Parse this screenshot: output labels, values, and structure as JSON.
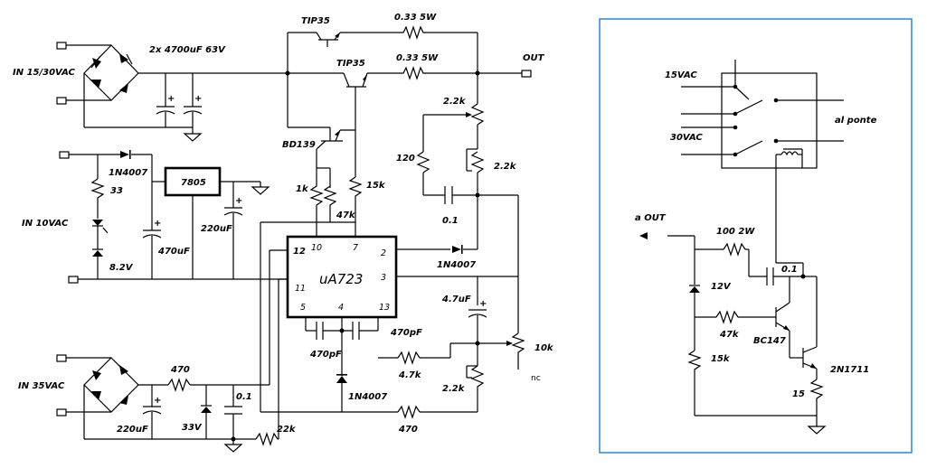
{
  "labels": {
    "in_15_30": "IN 15/30VAC",
    "caps_main": "2x 4700uF 63V",
    "tip35_a": "TIP35",
    "tip35_b": "TIP35",
    "res_033_a": "0.33  5W",
    "res_033_b": "0.33 5W",
    "out": "OUT",
    "bd139": "BD139",
    "r_22k_a": "2.2k",
    "r_22k_b": "2.2k",
    "r_120": "120",
    "r_1k": "1k",
    "r_15k": "15k",
    "r_47k": "47k",
    "c_01_a": "0.1",
    "d_1n4007_a": "1N4007",
    "d_1n4007_b": "1N4007",
    "d_1n4007_c": "1N4007",
    "reg_7805": "7805",
    "r_33": "33",
    "in_10": "IN 10VAC",
    "c_470uf": "470uF",
    "c_220uf_a": "220uF",
    "z_82": "8.2V",
    "ic_name": "uA723",
    "pin10": "10",
    "pin7": "7",
    "pin2": "2",
    "pin12": "12",
    "pin3": "3",
    "pin11": "11",
    "pin5": "5",
    "pin4": "4",
    "pin13": "13",
    "c_47uf": "4.7uF",
    "c_470pf_a": "470pF",
    "c_470pf_b": "470pF",
    "pot_10k": "10k",
    "nc": "nc",
    "r_47k_b": "4.7k",
    "r_22k_c": "2.2k",
    "r_470_a": "470",
    "r_470_b": "470",
    "in_35": "IN 35VAC",
    "c_220uf_b": "220uF",
    "z_33": "33V",
    "c_01_b": "0.1",
    "r_22k_d": "22k",
    "r_15vac": "15VAC",
    "r_30vac": "30VAC",
    "al_ponte": "al ponte",
    "a_out": "a OUT",
    "r_100_2w": "100 2W",
    "c_01_c": "0.1",
    "z_12": "12V",
    "r_47k_c": "47k",
    "bc147": "BC147",
    "r_15k_b": "15k",
    "q_2n1711": "2N1711",
    "r_15": "15"
  },
  "colors": {
    "wire": "#000000",
    "panel_border": "#1e7fd0"
  }
}
